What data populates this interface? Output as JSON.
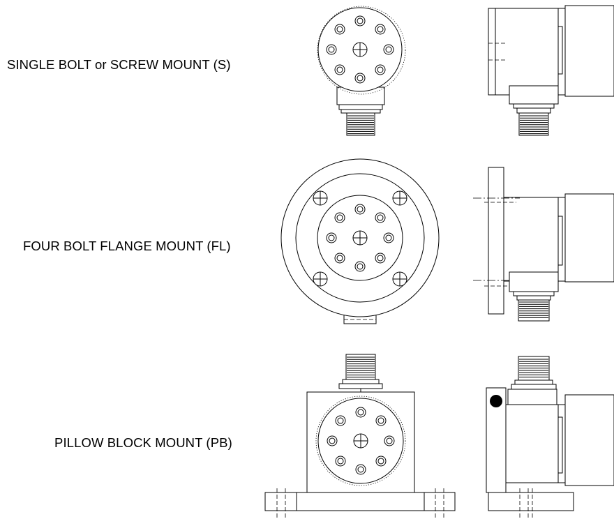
{
  "labels": {
    "single": "SINGLE BOLT or SCREW MOUNT (S)",
    "flange": "FOUR BOLT FLANGE MOUNT (FL)",
    "pillow": "PILLOW BLOCK MOUNT (PB)"
  },
  "colors": {
    "line": "#000000",
    "background": "#ffffff"
  },
  "icons": {
    "single_front": "single-bolt-front-view",
    "single_side": "single-bolt-side-view",
    "flange_front": "flange-front-view",
    "flange_side": "flange-side-view",
    "pillow_front": "pillow-block-front-view",
    "pillow_side": "pillow-block-side-view"
  }
}
